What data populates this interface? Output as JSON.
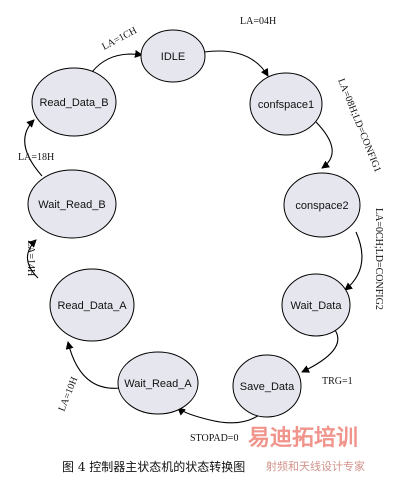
{
  "diagram": {
    "states": {
      "idle": "IDLE",
      "confspace1": "confspace1",
      "conspace2": "conspace2",
      "wait_data": "Wait_Data",
      "save_data": "Save_Data",
      "wait_read_a": "Wait_Read_A",
      "read_data_a": "Read_Data_A",
      "wait_read_b": "Wait_Read_B",
      "read_data_b": "Read_Data_B"
    },
    "transitions": {
      "idle_to_confspace1": "LA=04H",
      "confspace1_to_conspace2": "LA=08H;LD=CONFIG1",
      "conspace2_to_wait_data": "LA=0CH;LD=CONFIG2",
      "wait_data_to_save_data": "TRG=1",
      "save_data_to_wait_read_a": "STOPAD=0",
      "wait_read_a_to_read_data_a": "LA=10H",
      "read_data_a_to_wait_read_b": "LA=14H",
      "wait_read_b_to_read_data_b": "LA=18H",
      "read_data_b_to_idle": "LA=1CH"
    }
  },
  "caption": "图 4 控制器主状态机的状态转换图",
  "watermark": {
    "main": "易迪拓培训",
    "sub": "射频和天线设计专家"
  },
  "colors": {
    "state_fill": "#e6e6ef",
    "watermark": "#e43d2f"
  }
}
